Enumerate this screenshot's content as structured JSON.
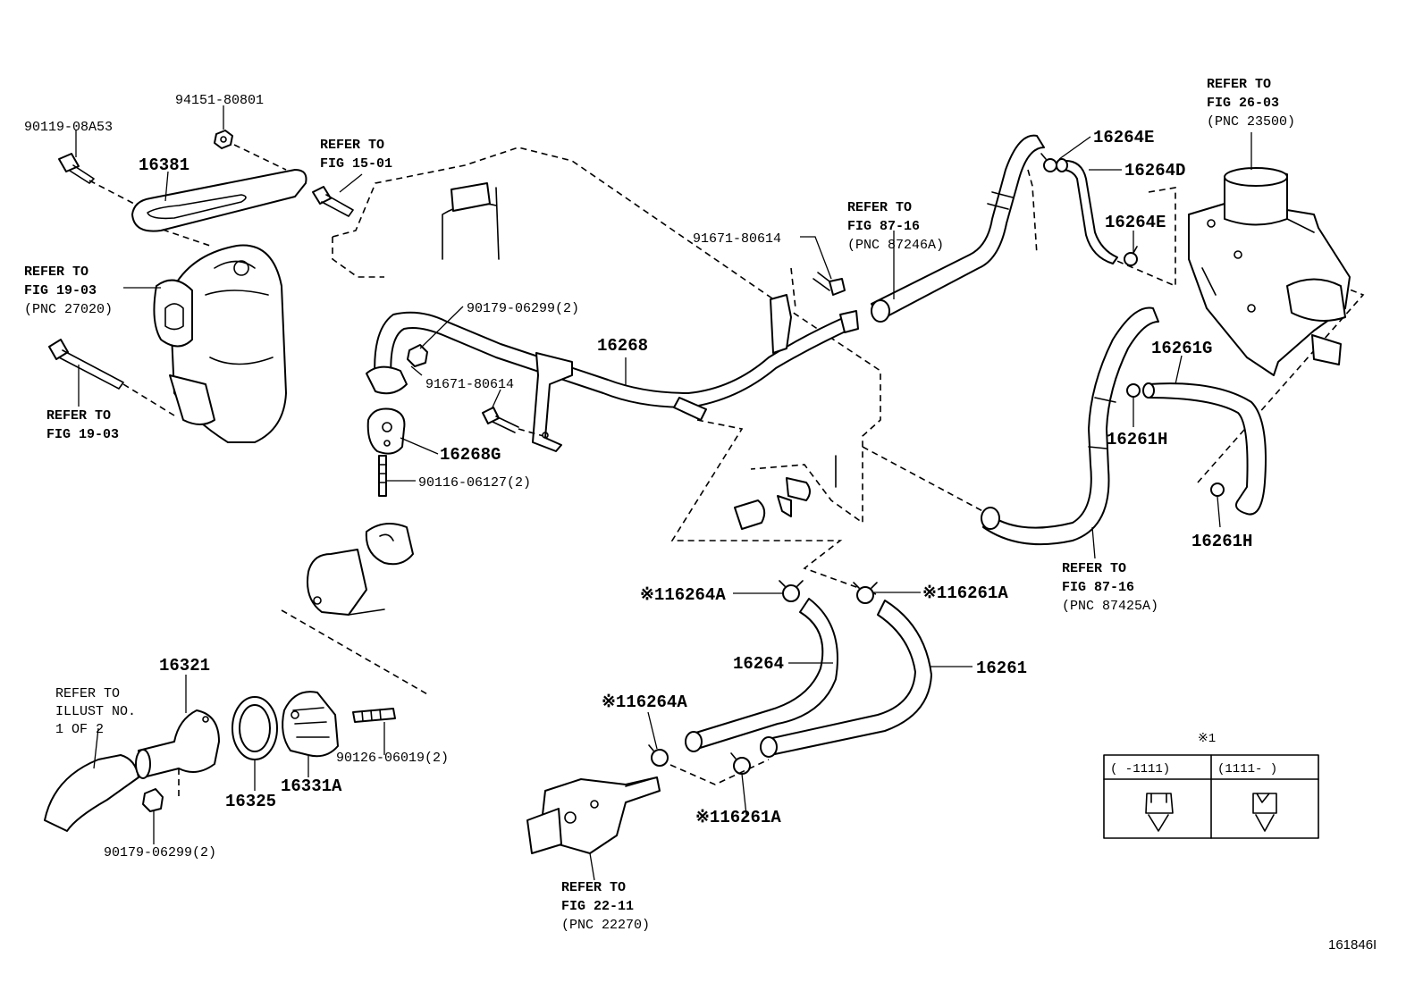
{
  "figure_id": "161846I",
  "labels": {
    "p90119": "90119-08A53",
    "p94151": "94151-80801",
    "p16381": "16381",
    "refer_fig_15_01": [
      "REFER TO",
      "FIG 15-01"
    ],
    "refer_fig_19_03a": [
      "REFER TO",
      "FIG 19-03",
      "(PNC 27020)"
    ],
    "refer_fig_19_03b": [
      "REFER TO",
      "FIG 19-03"
    ],
    "p90179a": "90179-06299(2)",
    "p91671a": "91671-80614",
    "p16268": "16268",
    "p91671b": "91671-80614",
    "p16268G": "16268G",
    "p90116": "90116-06127(2)",
    "refer_fig_87_16a": [
      "REFER TO",
      "FIG 87-16",
      "(PNC 87246A)"
    ],
    "p16264E_top": "16264E",
    "p16264D": "16264D",
    "p16264E_mid": "16264E",
    "refer_fig_26_03": [
      "REFER TO",
      "FIG 26-03",
      "(PNC 23500)"
    ],
    "p16261G": "16261G",
    "p16261H_a": "16261H",
    "p16261H_b": "16261H",
    "refer_fig_87_16b": [
      "REFER TO",
      "FIG 87-16",
      "(PNC 87425A)"
    ],
    "p16264A_a": "※116264A",
    "p16261A_a": "※116261A",
    "p16264": "16264",
    "p16261": "16261",
    "p16264A_b": "※116264A",
    "p16261A_b": "※116261A",
    "refer_fig_22_11": [
      "REFER TO",
      "FIG 22-11",
      "(PNC 22270)"
    ],
    "refer_illust": [
      "REFER TO",
      "ILLUST NO.",
      "1 OF 2"
    ],
    "p16321": "16321",
    "p16325": "16325",
    "p16331A": "16331A",
    "p90126": "90126-06019(2)",
    "p90179b": "90179-06299(2)"
  },
  "legend_table": {
    "mark": "※1",
    "col_left": "(      -1111)",
    "col_right": "(1111-     )"
  }
}
